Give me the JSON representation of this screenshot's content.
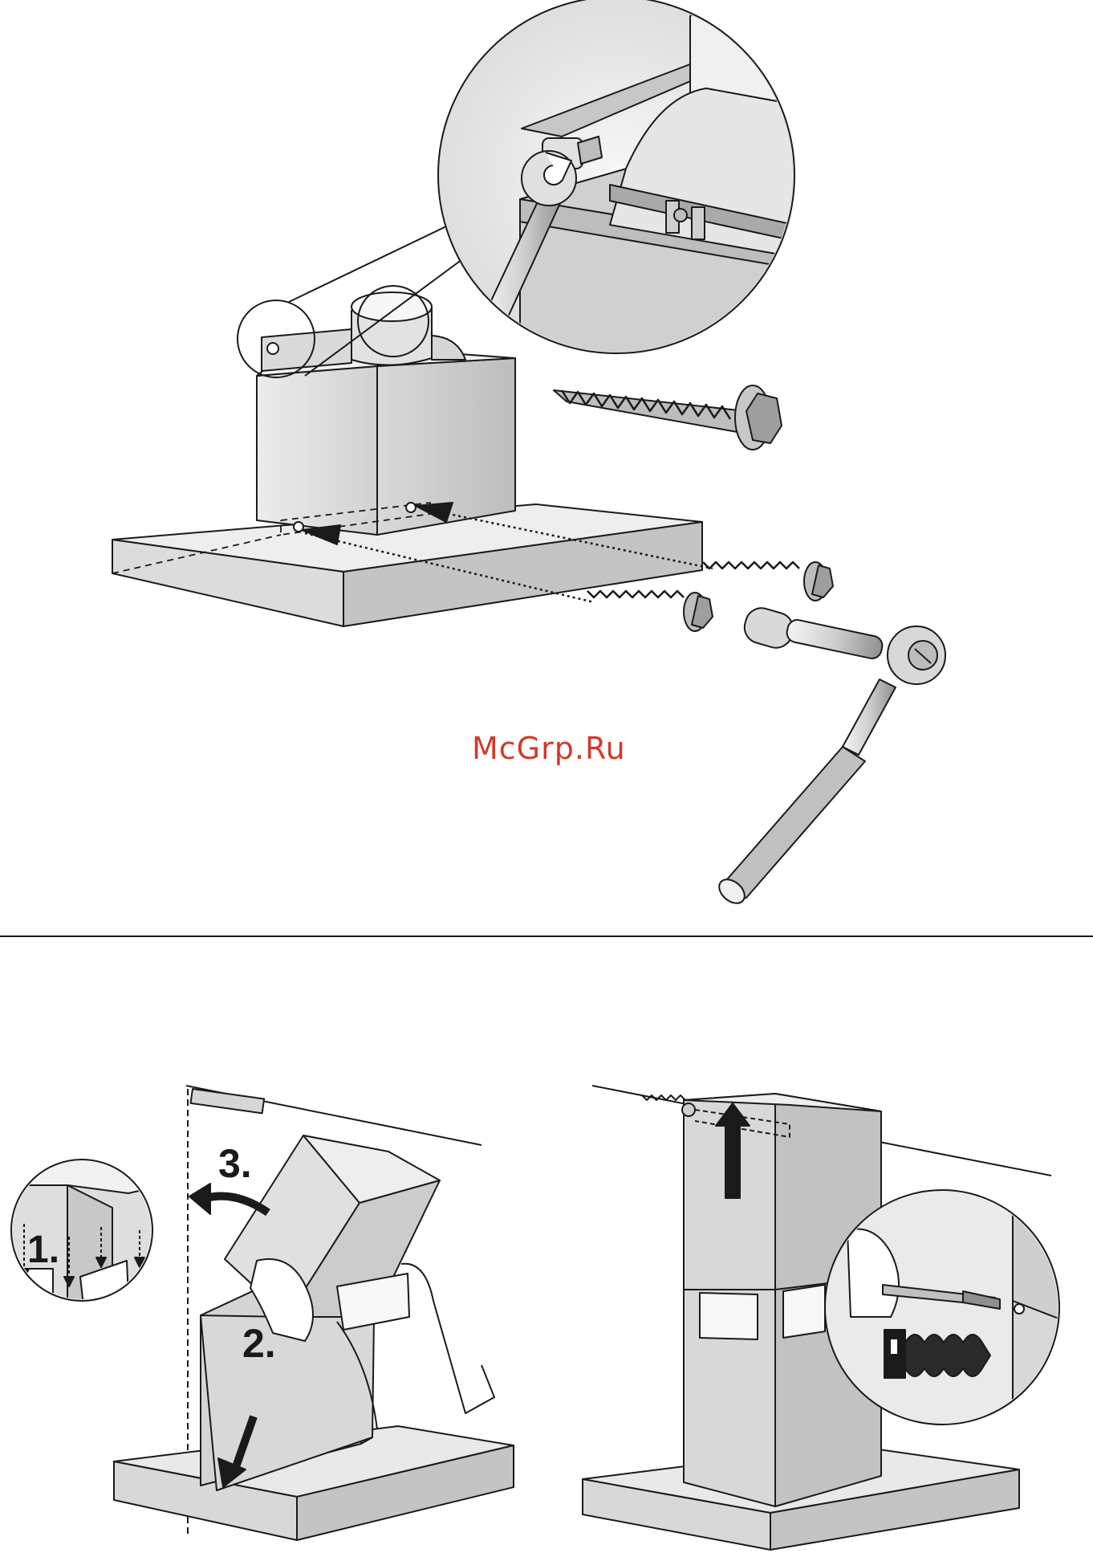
{
  "watermark": "McGrp.Ru",
  "step_labels": {
    "step1": "1.",
    "step2": "2.",
    "step3": "3."
  },
  "colors": {
    "metal_light": "#e8e8e8",
    "metal_mid": "#cfcfcf",
    "metal_dark": "#a9a9a9",
    "outline": "#1a1a1a",
    "watermark": "#d23a2a"
  }
}
